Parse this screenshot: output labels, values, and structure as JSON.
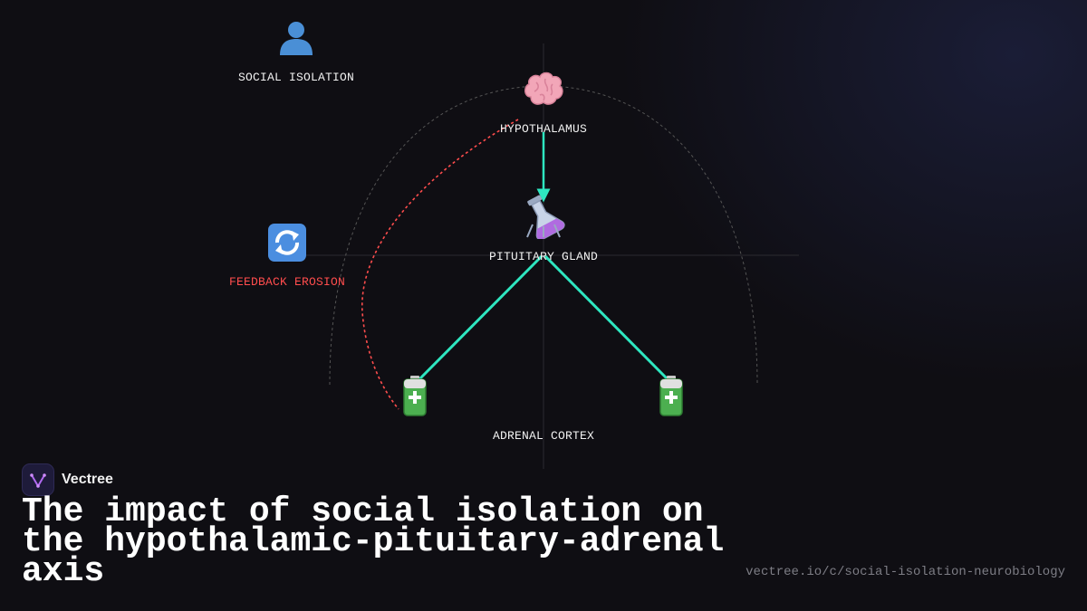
{
  "diagram": {
    "nodes": {
      "social_isolation": {
        "label": "SOCIAL ISOLATION",
        "icon": "person-silhouette-icon"
      },
      "hypothalamus": {
        "label": "HYPOTHALAMUS",
        "icon": "brain-icon"
      },
      "pituitary": {
        "label": "PITUITARY GLAND",
        "icon": "flask-icon"
      },
      "feedback": {
        "label": "FEEDBACK EROSION",
        "icon": "cycle-arrows-icon"
      },
      "adrenal": {
        "label": "ADRENAL CORTEX",
        "icon": "battery-icon"
      }
    },
    "colors": {
      "pathway": "#2ee6c0",
      "erosion": "#ff4d4d",
      "guide": "#555555"
    }
  },
  "brand": {
    "name": "Vectree"
  },
  "title": "The impact of social isolation on the hypothalamic-pituitary-adrenal axis",
  "url": "vectree.io/c/social-isolation-neurobiology"
}
